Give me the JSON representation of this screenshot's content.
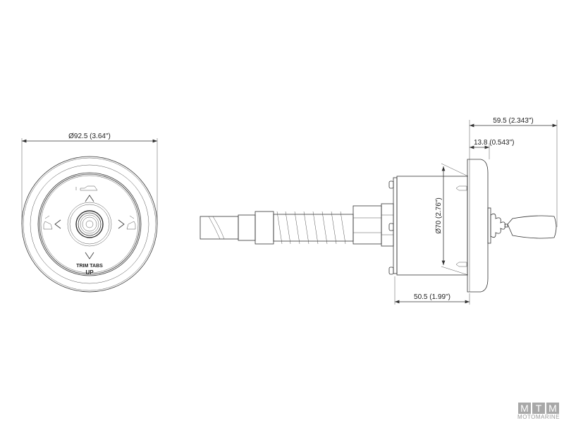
{
  "front_view": {
    "diameter_dim": "Ø92.5 (3.64\")",
    "label_line1": "TRIM TABS",
    "label_line2": "UP"
  },
  "side_view": {
    "overall_length_dim": "59.5 (2.343\")",
    "bezel_depth_dim": "13.8 (0.543\")",
    "body_diameter_dim": "Ø70 (2.76\")",
    "body_depth_dim": "50.5 (1.99\")"
  },
  "watermark": {
    "letters": [
      "M",
      "T",
      "M"
    ],
    "name": "MOTOMARINE"
  }
}
